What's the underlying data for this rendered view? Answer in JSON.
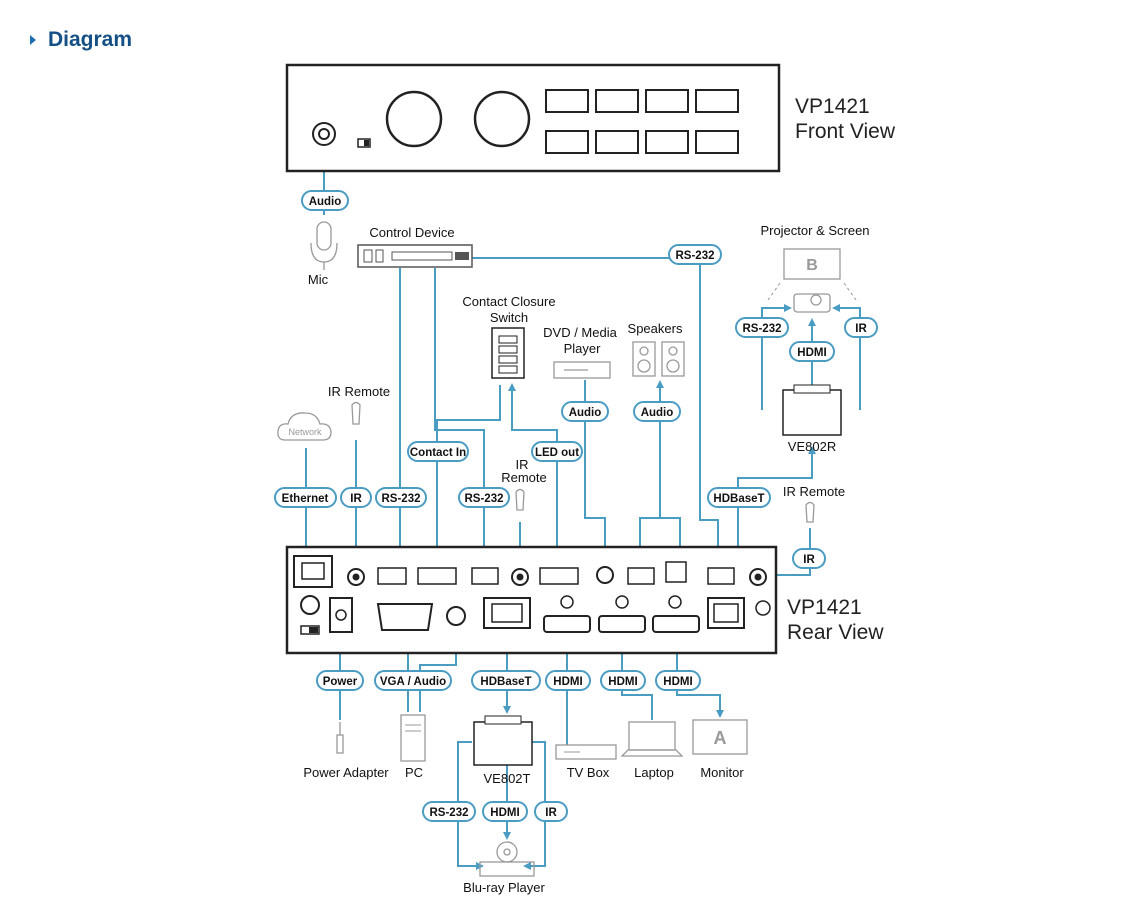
{
  "heading": "Diagram",
  "views": {
    "front_title": "VP1421",
    "front_sub": "Front View",
    "rear_title": "VP1421",
    "rear_sub": "Rear View"
  },
  "devices": {
    "mic": "Mic",
    "control_device": "Control Device",
    "contact_closure_1": "Contact Closure",
    "contact_closure_2": "Switch",
    "dvd_1": "DVD / Media",
    "dvd_2": "Player",
    "speakers": "Speakers",
    "projector": "Projector & Screen",
    "projector_screen_letter": "B",
    "ve802r": "VE802R",
    "ir_remote_1": "IR Remote",
    "ir_remote_2_a": "IR",
    "ir_remote_2_b": "Remote",
    "ir_remote_3": "IR Remote",
    "network": "Network",
    "power_adapter": "Power Adapter",
    "pc": "PC",
    "ve802t": "VE802T",
    "tv_box": "TV Box",
    "laptop": "Laptop",
    "monitor": "Monitor",
    "monitor_letter": "A",
    "bluray": "Blu-ray Player"
  },
  "tags": {
    "audio_mic": "Audio",
    "rs232_top": "RS-232",
    "rs232_projector": "RS-232",
    "ir_projector": "IR",
    "hdmi_projector": "HDMI",
    "audio_dvd": "Audio",
    "audio_speakers": "Audio",
    "contact_in": "Contact In",
    "led_out": "LED out",
    "ethernet": "Ethernet",
    "ir_left": "IR",
    "rs232_left": "RS-232",
    "rs232_mid": "RS-232",
    "hdbaset_top": "HDBaseT",
    "ir_right": "IR",
    "power": "Power",
    "vga_audio": "VGA / Audio",
    "hdbaset_bottom": "HDBaseT",
    "hdmi_tv": "HDMI",
    "hdmi_laptop": "HDMI",
    "hdmi_monitor": "HDMI",
    "rs232_bluray": "RS-232",
    "hdmi_bluray": "HDMI",
    "ir_bluray": "IR"
  },
  "colors": {
    "cable": "#4a9cc3",
    "heading": "#144f86"
  }
}
